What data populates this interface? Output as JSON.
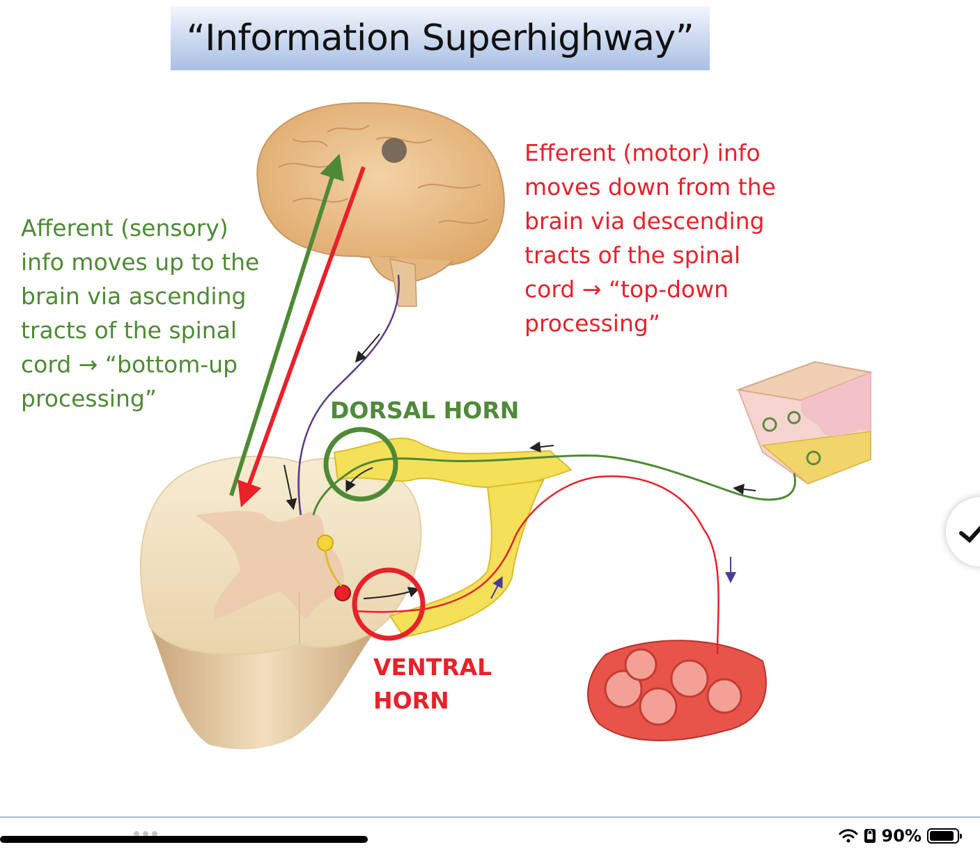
{
  "title": "“Information Superhighway”",
  "afferent_note": {
    "lines": [
      "Afferent (sensory)",
      "info moves up to the",
      "brain via ascending",
      "tracts of the spinal",
      "cord → “bottom-up",
      "processing”"
    ],
    "color": "#4e8a35"
  },
  "efferent_note": {
    "lines": [
      "Efferent (motor) info",
      "moves down from the",
      "brain via descending",
      "tracts of the spinal",
      "cord → “top-down",
      "processing”"
    ],
    "color": "#e8212a"
  },
  "labels": {
    "dorsal_horn": "DORSAL HORN",
    "ventral_horn_line1": "VENTRAL",
    "ventral_horn_line2": "HORN"
  },
  "status_bar": {
    "battery_text": "90%",
    "battery_level": 0.9,
    "icons": [
      "wifi-icon",
      "lock-rotation-icon",
      "battery-icon"
    ]
  },
  "colors": {
    "sensory_green": "#4e8a35",
    "motor_red": "#e8212a",
    "nerve_yellow": "#f5e05a",
    "brain_tan": "#edc594"
  }
}
